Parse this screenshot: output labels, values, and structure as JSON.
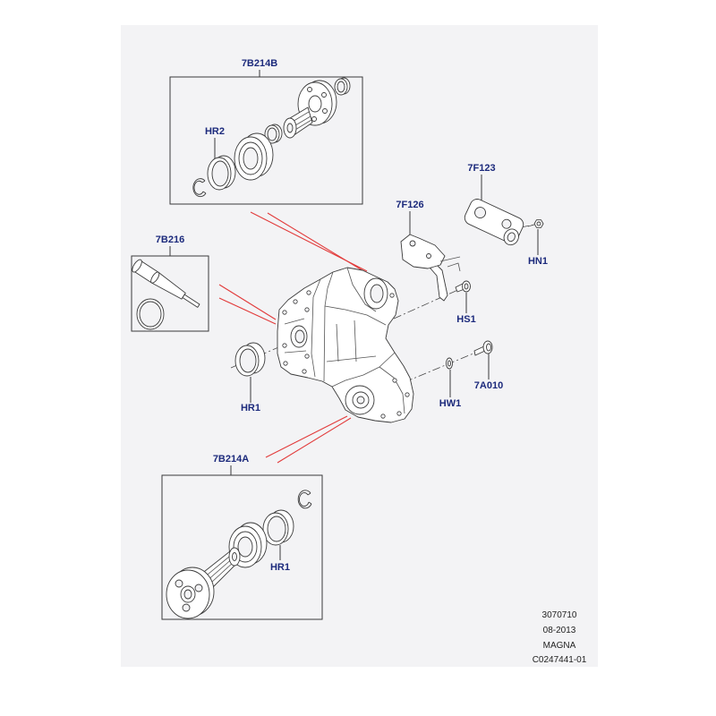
{
  "callouts": {
    "label_7b214b": "7B214B",
    "label_hr2": "HR2",
    "label_7b216": "7B216",
    "label_7f126": "7F126",
    "label_7f123": "7F123",
    "label_hn1": "HN1",
    "label_hs1": "HS1",
    "label_hr1_case": "HR1",
    "label_hw1": "HW1",
    "label_7a010": "7A010",
    "label_7b214a": "7B214A",
    "label_hr1_kit": "HR1"
  },
  "footer": [
    "3070710",
    "08-2013",
    "MAGNA",
    "C0247441-01"
  ],
  "colors": {
    "callout_text": "#1c2a7c",
    "kit_leader_lines": "#e23b3b",
    "line_art": "#3a3a3a",
    "panel_background": "#f3f3f5"
  }
}
